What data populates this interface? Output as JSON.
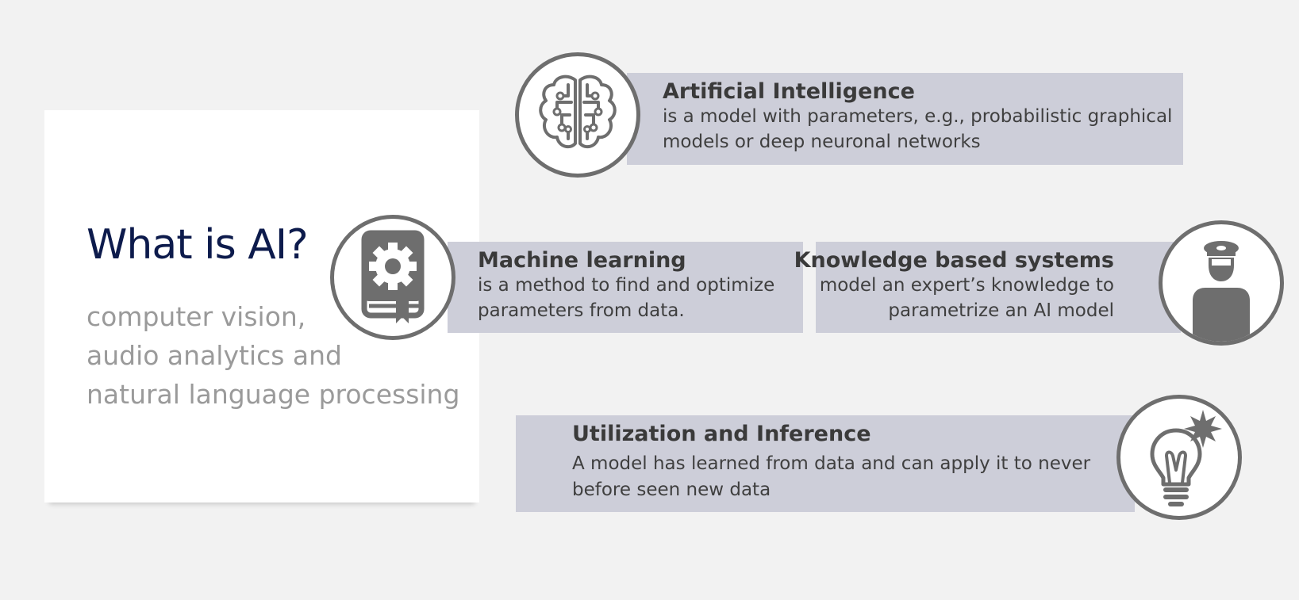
{
  "card": {
    "title": "What is AI?",
    "subtitle_lines": [
      "computer vision,",
      "audio analytics and",
      "natural language processing"
    ]
  },
  "nodes": {
    "ai": {
      "title": "Artificial Intelligence",
      "desc_lines": [
        "is a model with parameters, e.g., probabilistic graphical",
        "models or deep neuronal networks"
      ],
      "icon": "brain-circuit-icon"
    },
    "ml": {
      "title": "Machine learning",
      "desc_lines": [
        "is a method to find and optimize",
        "parameters from data."
      ],
      "icon": "gear-book-icon"
    },
    "kb": {
      "title": "Knowledge based systems",
      "desc_lines": [
        "model an expert’s knowledge to",
        "parametrize an AI model"
      ],
      "icon": "expert-person-icon"
    },
    "ui": {
      "title": "Utilization and Inference",
      "desc_lines": [
        "A model has learned from data and can apply it to never",
        "before seen new data"
      ],
      "icon": "lightbulb-icon"
    }
  },
  "colors": {
    "background": "#f2f2f2",
    "box": "#cdced9",
    "title_navy": "#0d1b4c",
    "subtitle_gray": "#9a9a9a",
    "icon_gray": "#6e6e6e"
  }
}
